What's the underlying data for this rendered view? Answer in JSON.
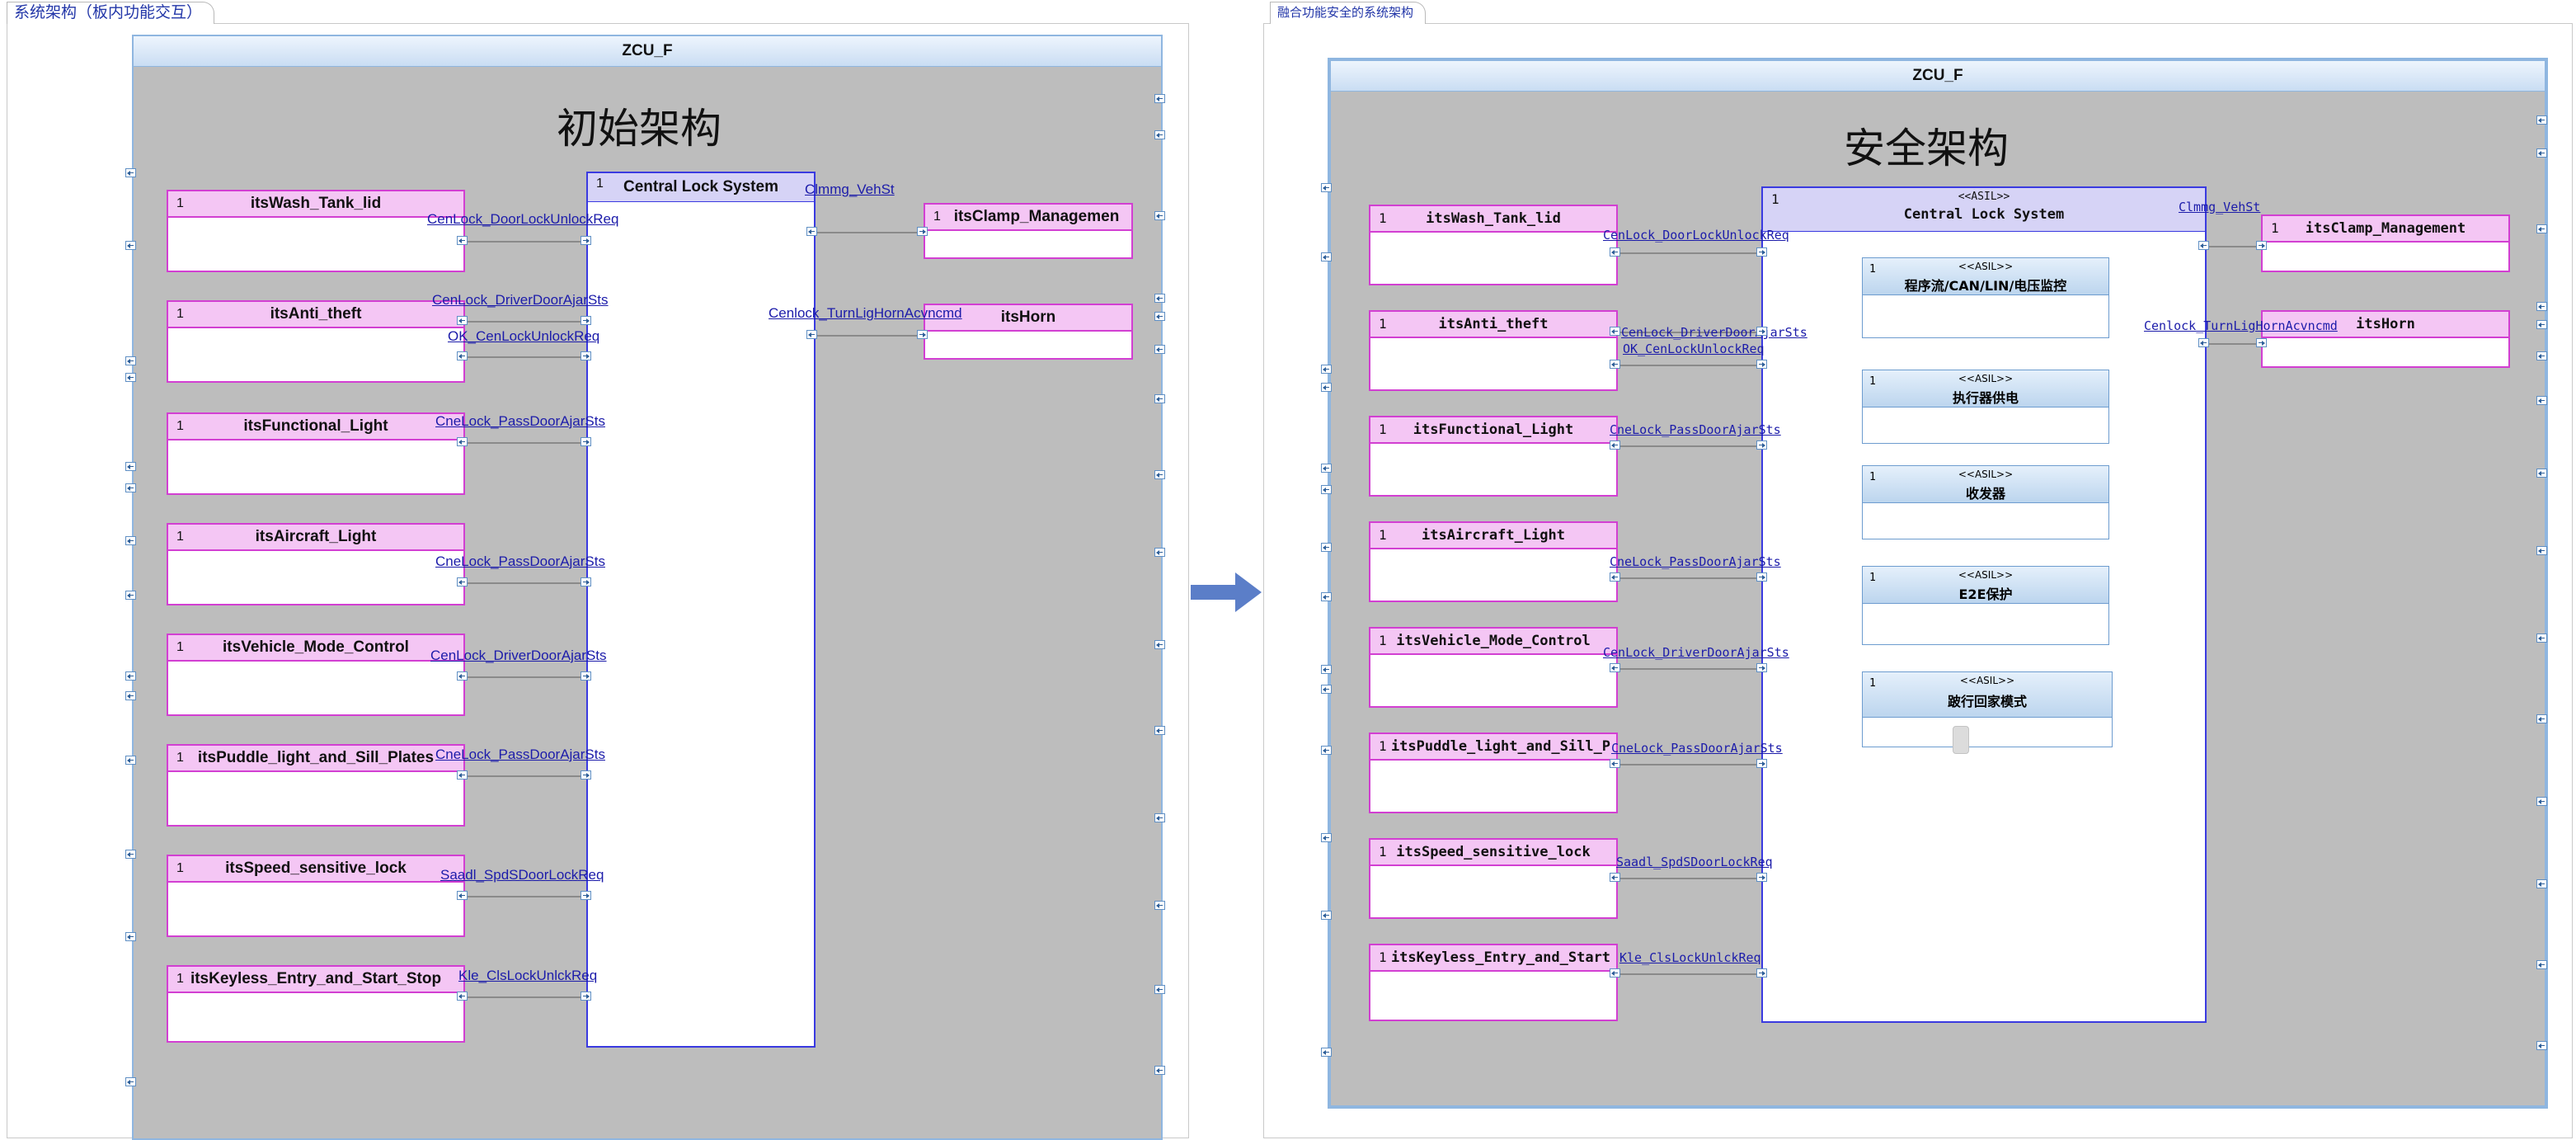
{
  "left": {
    "tab_title": "系统架构（板内功能交互）",
    "zcu_title": "ZCU_F",
    "big_title": "初始架构",
    "parts": [
      {
        "mult": "1",
        "name": "itsWash_Tank_lid"
      },
      {
        "mult": "1",
        "name": "itsAnti_theft"
      },
      {
        "mult": "1",
        "name": "itsFunctional_Light"
      },
      {
        "mult": "1",
        "name": "itsAircraft_Light"
      },
      {
        "mult": "1",
        "name": "itsVehicle_Mode_Control"
      },
      {
        "mult": "1",
        "name": "itsPuddle_light_and_Sill_Plates"
      },
      {
        "mult": "1",
        "name": "itsSpeed_sensitive_lock"
      },
      {
        "mult": "1",
        "name": "itsKeyless_Entry_and_Start_Stop"
      }
    ],
    "center": {
      "mult": "1",
      "name": "Central Lock System"
    },
    "right_parts": [
      {
        "mult": "1",
        "name": "itsClamp_Managemen"
      },
      {
        "mult": "",
        "name": "itsHorn"
      }
    ],
    "links": [
      "CenLock_DoorLockUnlockReq",
      "CenLock_DriverDoorAjarSts",
      "OK_CenLockUnlockReq",
      "CneLock_PassDoorAjarSts",
      "CneLock_PassDoorAjarSts",
      "CenLock_DriverDoorAjarSts",
      "CneLock_PassDoorAjarSts",
      "Saadl_SpdSDoorLockReq",
      "Kle_ClsLockUnlckReq",
      "Clmmg_VehSt",
      "Cenlock_TurnLigHornAcvncmd"
    ]
  },
  "right": {
    "tab_title": "融合功能安全的系统架构",
    "zcu_title": "ZCU_F",
    "big_title": "安全架构",
    "parts": [
      {
        "mult": "1",
        "name": "itsWash_Tank_lid"
      },
      {
        "mult": "1",
        "name": "itsAnti_theft"
      },
      {
        "mult": "1",
        "name": "itsFunctional_Light"
      },
      {
        "mult": "1",
        "name": "itsAircraft_Light"
      },
      {
        "mult": "1",
        "name": "itsVehicle_Mode_Control"
      },
      {
        "mult": "1",
        "name": "itsPuddle_light_and_Sill_P"
      },
      {
        "mult": "1",
        "name": "itsSpeed_sensitive_lock"
      },
      {
        "mult": "1",
        "name": "itsKeyless_Entry_and_Start"
      }
    ],
    "center": {
      "mult": "1",
      "stereotype": "<<ASIL>>",
      "name": "Central Lock System"
    },
    "asil_blocks": [
      {
        "mult": "1",
        "stereotype": "<<ASIL>>",
        "name": "程序流/CAN/LIN/电压监控"
      },
      {
        "mult": "1",
        "stereotype": "<<ASIL>>",
        "name": "执行器供电"
      },
      {
        "mult": "1",
        "stereotype": "<<ASIL>>",
        "name": "收发器"
      },
      {
        "mult": "1",
        "stereotype": "<<ASIL>>",
        "name": "E2E保护"
      },
      {
        "mult": "1",
        "stereotype": "<<ASIL>>",
        "name": "跛行回家模式"
      }
    ],
    "right_parts": [
      {
        "mult": "1",
        "name": "itsClamp_Management"
      },
      {
        "mult": "",
        "name": "itsHorn"
      }
    ],
    "links": [
      "CenLock_DoorLockUnlockReq",
      "CenLock_DriverDoorAjarSts",
      "OK_CenLockUnlockReq",
      "CneLock_PassDoorAjarSts",
      "CneLock_PassDoorAjarSts",
      "CenLock_DriverDoorAjarSts",
      "CneLock_PassDoorAjarSts",
      "Saadl_SpdSDoorLockReq",
      "Kle_ClsLockUnlckReq",
      "Clmmg_VehSt",
      "Cenlock_TurnLigHornAcvncmd"
    ]
  },
  "arrow_icon": "right-arrow-icon",
  "colors": {
    "part_border": "#d23fd2",
    "part_head": "#f4c6f4",
    "class_border": "#3a3ae0",
    "asil_head": "#bcd5ee",
    "frame_bg": "#bdbdbd"
  }
}
